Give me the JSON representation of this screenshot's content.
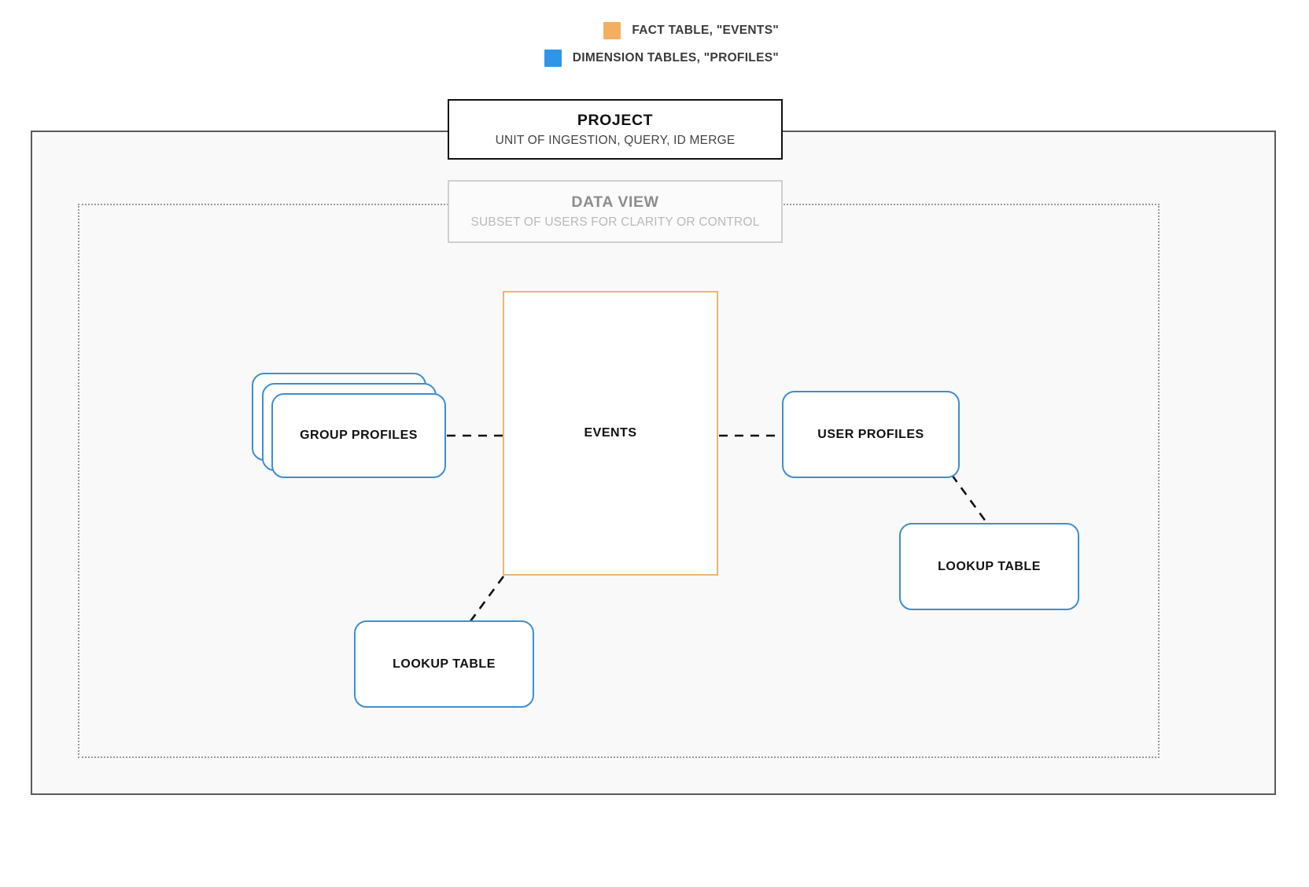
{
  "legend": {
    "items": [
      {
        "label": "FACT TABLE, \"EVENTS\"",
        "color": "#f5ad62",
        "swatch_name": "fact-table-swatch"
      },
      {
        "label": "DIMENSION TABLES, \"PROFILES\"",
        "color": "#2f95e8",
        "swatch_name": "dimension-tables-swatch"
      }
    ]
  },
  "project": {
    "title": "PROJECT",
    "subtitle": "UNIT OF INGESTION, QUERY, ID MERGE",
    "border_color": "#111111"
  },
  "data_view": {
    "title": "DATA VIEW",
    "subtitle": "SUBSET OF USERS FOR CLARITY OR CONTROL",
    "border_color": "#cfcfcf"
  },
  "nodes": {
    "events": {
      "label": "EVENTS",
      "type": "fact-table",
      "border_color": "#eab676"
    },
    "group_profiles": {
      "label": "GROUP PROFILES",
      "type": "dimension-table-stack",
      "stack_count": 3,
      "border_color": "#3f8ed0"
    },
    "user_profiles": {
      "label": "USER PROFILES",
      "type": "dimension-table",
      "border_color": "#3f8ed0"
    },
    "lookup_table_left": {
      "label": "LOOKUP TABLE",
      "type": "dimension-table",
      "border_color": "#3f8ed0"
    },
    "lookup_table_right": {
      "label": "LOOKUP TABLE",
      "type": "dimension-table",
      "border_color": "#3f8ed0"
    }
  },
  "connections": [
    {
      "from": "group_profiles",
      "to": "events",
      "style": "dashed"
    },
    {
      "from": "events",
      "to": "user_profiles",
      "style": "dashed"
    },
    {
      "from": "events",
      "to": "lookup_table_left",
      "style": "dashed"
    },
    {
      "from": "user_profiles",
      "to": "lookup_table_right",
      "style": "dashed"
    }
  ],
  "colors": {
    "connector": "#111111",
    "outer_frame": "#5a5a5a",
    "inner_frame": "#9a9a9a",
    "canvas_background": "#ffffff",
    "project_fill": "#f9f9f9"
  }
}
